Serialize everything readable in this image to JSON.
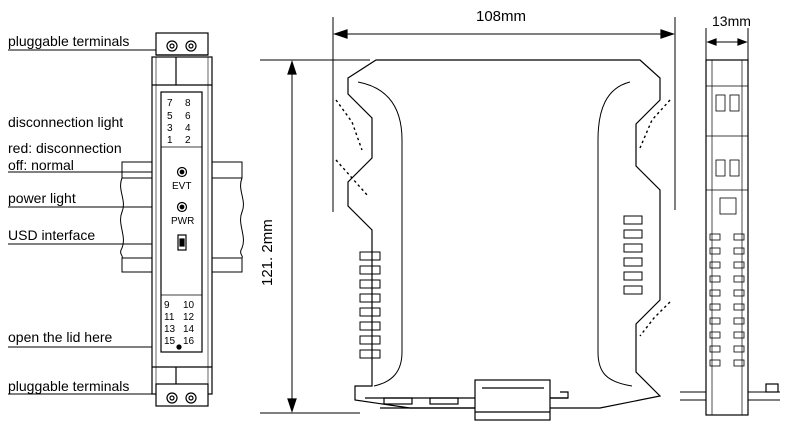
{
  "front_labels": {
    "terminals_top": "pluggable terminals",
    "disconnection_light": "disconnection light",
    "red_disconnection": "red: disconnection",
    "off_normal": "off: normal",
    "power_light": "power light",
    "usd_interface": "USD interface",
    "open_lid": "open the lid here",
    "terminals_bottom": "pluggable terminals"
  },
  "front_panel": {
    "top_pins": [
      "7",
      "8",
      "5",
      "6",
      "3",
      "4",
      "1",
      "2"
    ],
    "bottom_pins": [
      "9",
      "10",
      "11",
      "12",
      "13",
      "14",
      "15",
      "16"
    ],
    "evt": "EVT",
    "pwr": "PWR"
  },
  "dimensions": {
    "width": "108mm",
    "height": "121. 2mm",
    "depth": "13mm"
  }
}
